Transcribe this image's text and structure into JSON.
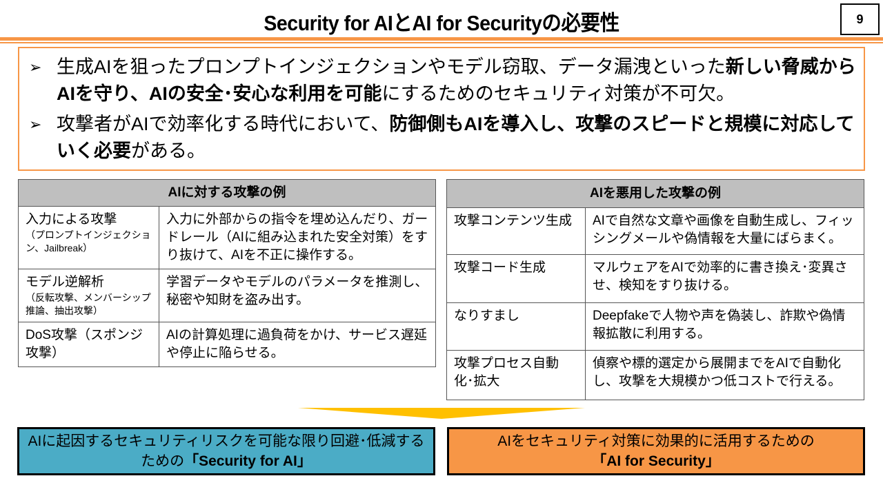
{
  "header": {
    "title": "Security for AIとAI for Securityの必要性",
    "page_number": "9"
  },
  "bullets": [
    {
      "parts": [
        {
          "t": "生成AIを狙ったプロンプトインジェクションやモデル窃取、データ漏洩といった",
          "b": false
        },
        {
          "t": "新しい脅威からAIを守り、AIの安全･安心な利用を可能",
          "b": true
        },
        {
          "t": "にするためのセキュリティ対策が不可欠。",
          "b": false
        }
      ]
    },
    {
      "parts": [
        {
          "t": "攻撃者がAIで効率化する時代において、",
          "b": false
        },
        {
          "t": "防御側もAIを導入し、攻撃のスピードと規模に対応していく必要",
          "b": true
        },
        {
          "t": "がある。",
          "b": false
        }
      ]
    }
  ],
  "left_table": {
    "title": "AIに対する攻撃の例",
    "rows": [
      {
        "name": "入力による攻撃",
        "sub": "（プロンプトインジェクション、Jailbreak）",
        "desc": "入力に外部からの指令を埋め込んだり、ガードレール（AIに組み込まれた安全対策）をすり抜けて、AIを不正に操作する。"
      },
      {
        "name": "モデル逆解析",
        "sub": "（反転攻撃、メンバーシップ推論、抽出攻撃）",
        "desc": "学習データやモデルのパラメータを推測し、秘密や知財を盗み出す。"
      },
      {
        "name": "DoS攻撃（スポンジ攻撃）",
        "sub": "",
        "desc": "AIの計算処理に過負荷をかけ、サービス遅延や停止に陥らせる。"
      }
    ]
  },
  "right_table": {
    "title": "AIを悪用した攻撃の例",
    "rows": [
      {
        "name": "攻撃コンテンツ生成",
        "desc": "AIで自然な文章や画像を自動生成し、フィッシングメールや偽情報を大量にばらまく。"
      },
      {
        "name": "攻撃コード生成",
        "desc": "マルウェアをAIで効率的に書き換え･変異させ、検知をすり抜ける。"
      },
      {
        "name": "なりすまし",
        "desc": "Deepfakeで人物や声を偽装し、詐欺や偽情報拡散に利用する。"
      },
      {
        "name": "攻撃プロセス自動化･拡大",
        "desc": "偵察や標的選定から展開までをAIで自動化し、攻撃を大規模かつ低コストで行える。"
      }
    ]
  },
  "bottom": {
    "left": {
      "line1": "AIに起因するセキュリティリスクを可能な限り回避･低減する",
      "line2_prefix": "ための",
      "line2_bold": "「Security for AI」",
      "color": "#4bacc6"
    },
    "right": {
      "line1": "AIをセキュリティ対策に効果的に活用するための",
      "line2_bold": "「AI for Security」",
      "color": "#f79646"
    }
  },
  "colors": {
    "accent": "#f79646",
    "arrow": "#ffc000",
    "table_header": "#bfbfbf"
  }
}
